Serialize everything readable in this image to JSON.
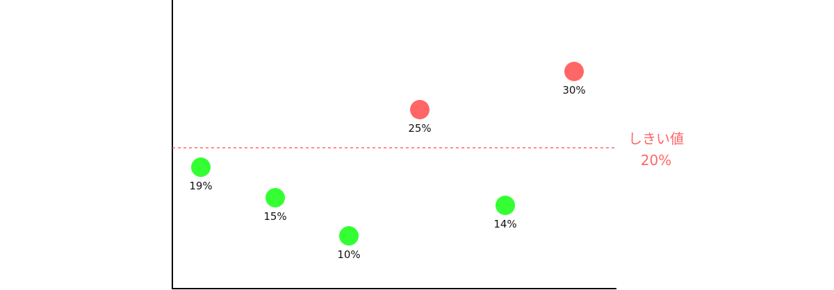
{
  "chart_data": {
    "type": "scatter",
    "points": [
      {
        "value": 19,
        "label": "19%"
      },
      {
        "value": 15,
        "label": "15%"
      },
      {
        "value": 10,
        "label": "10%"
      },
      {
        "value": 25,
        "label": "25%"
      },
      {
        "value": 14,
        "label": "14%"
      },
      {
        "value": 30,
        "label": "30%"
      }
    ],
    "threshold": {
      "value": 20,
      "label_line1": "しきい値",
      "label_line2": "20%"
    },
    "colors": {
      "below_threshold": "#33ff33",
      "above_threshold": "#ff6666",
      "threshold_line": "#ff6666",
      "axis": "#000000",
      "text": "#111111"
    }
  }
}
